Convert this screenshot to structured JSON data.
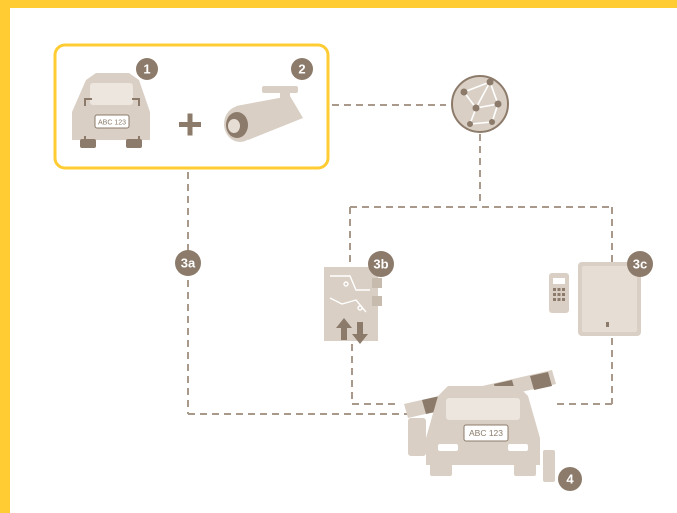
{
  "plates": {
    "top": "ABC 123",
    "bottom": "ABC 123"
  },
  "badges": {
    "b1": "1",
    "b2": "2",
    "b3a": "3a",
    "b3b": "3b",
    "b3c": "3c",
    "b4": "4"
  },
  "operators": {
    "plus": "+"
  },
  "colors": {
    "accent": "#ffcc33",
    "device": "#d9cfc4",
    "device_dark": "#8c7b6b",
    "badge": "#8c7b6b",
    "line": "#a8998a"
  }
}
